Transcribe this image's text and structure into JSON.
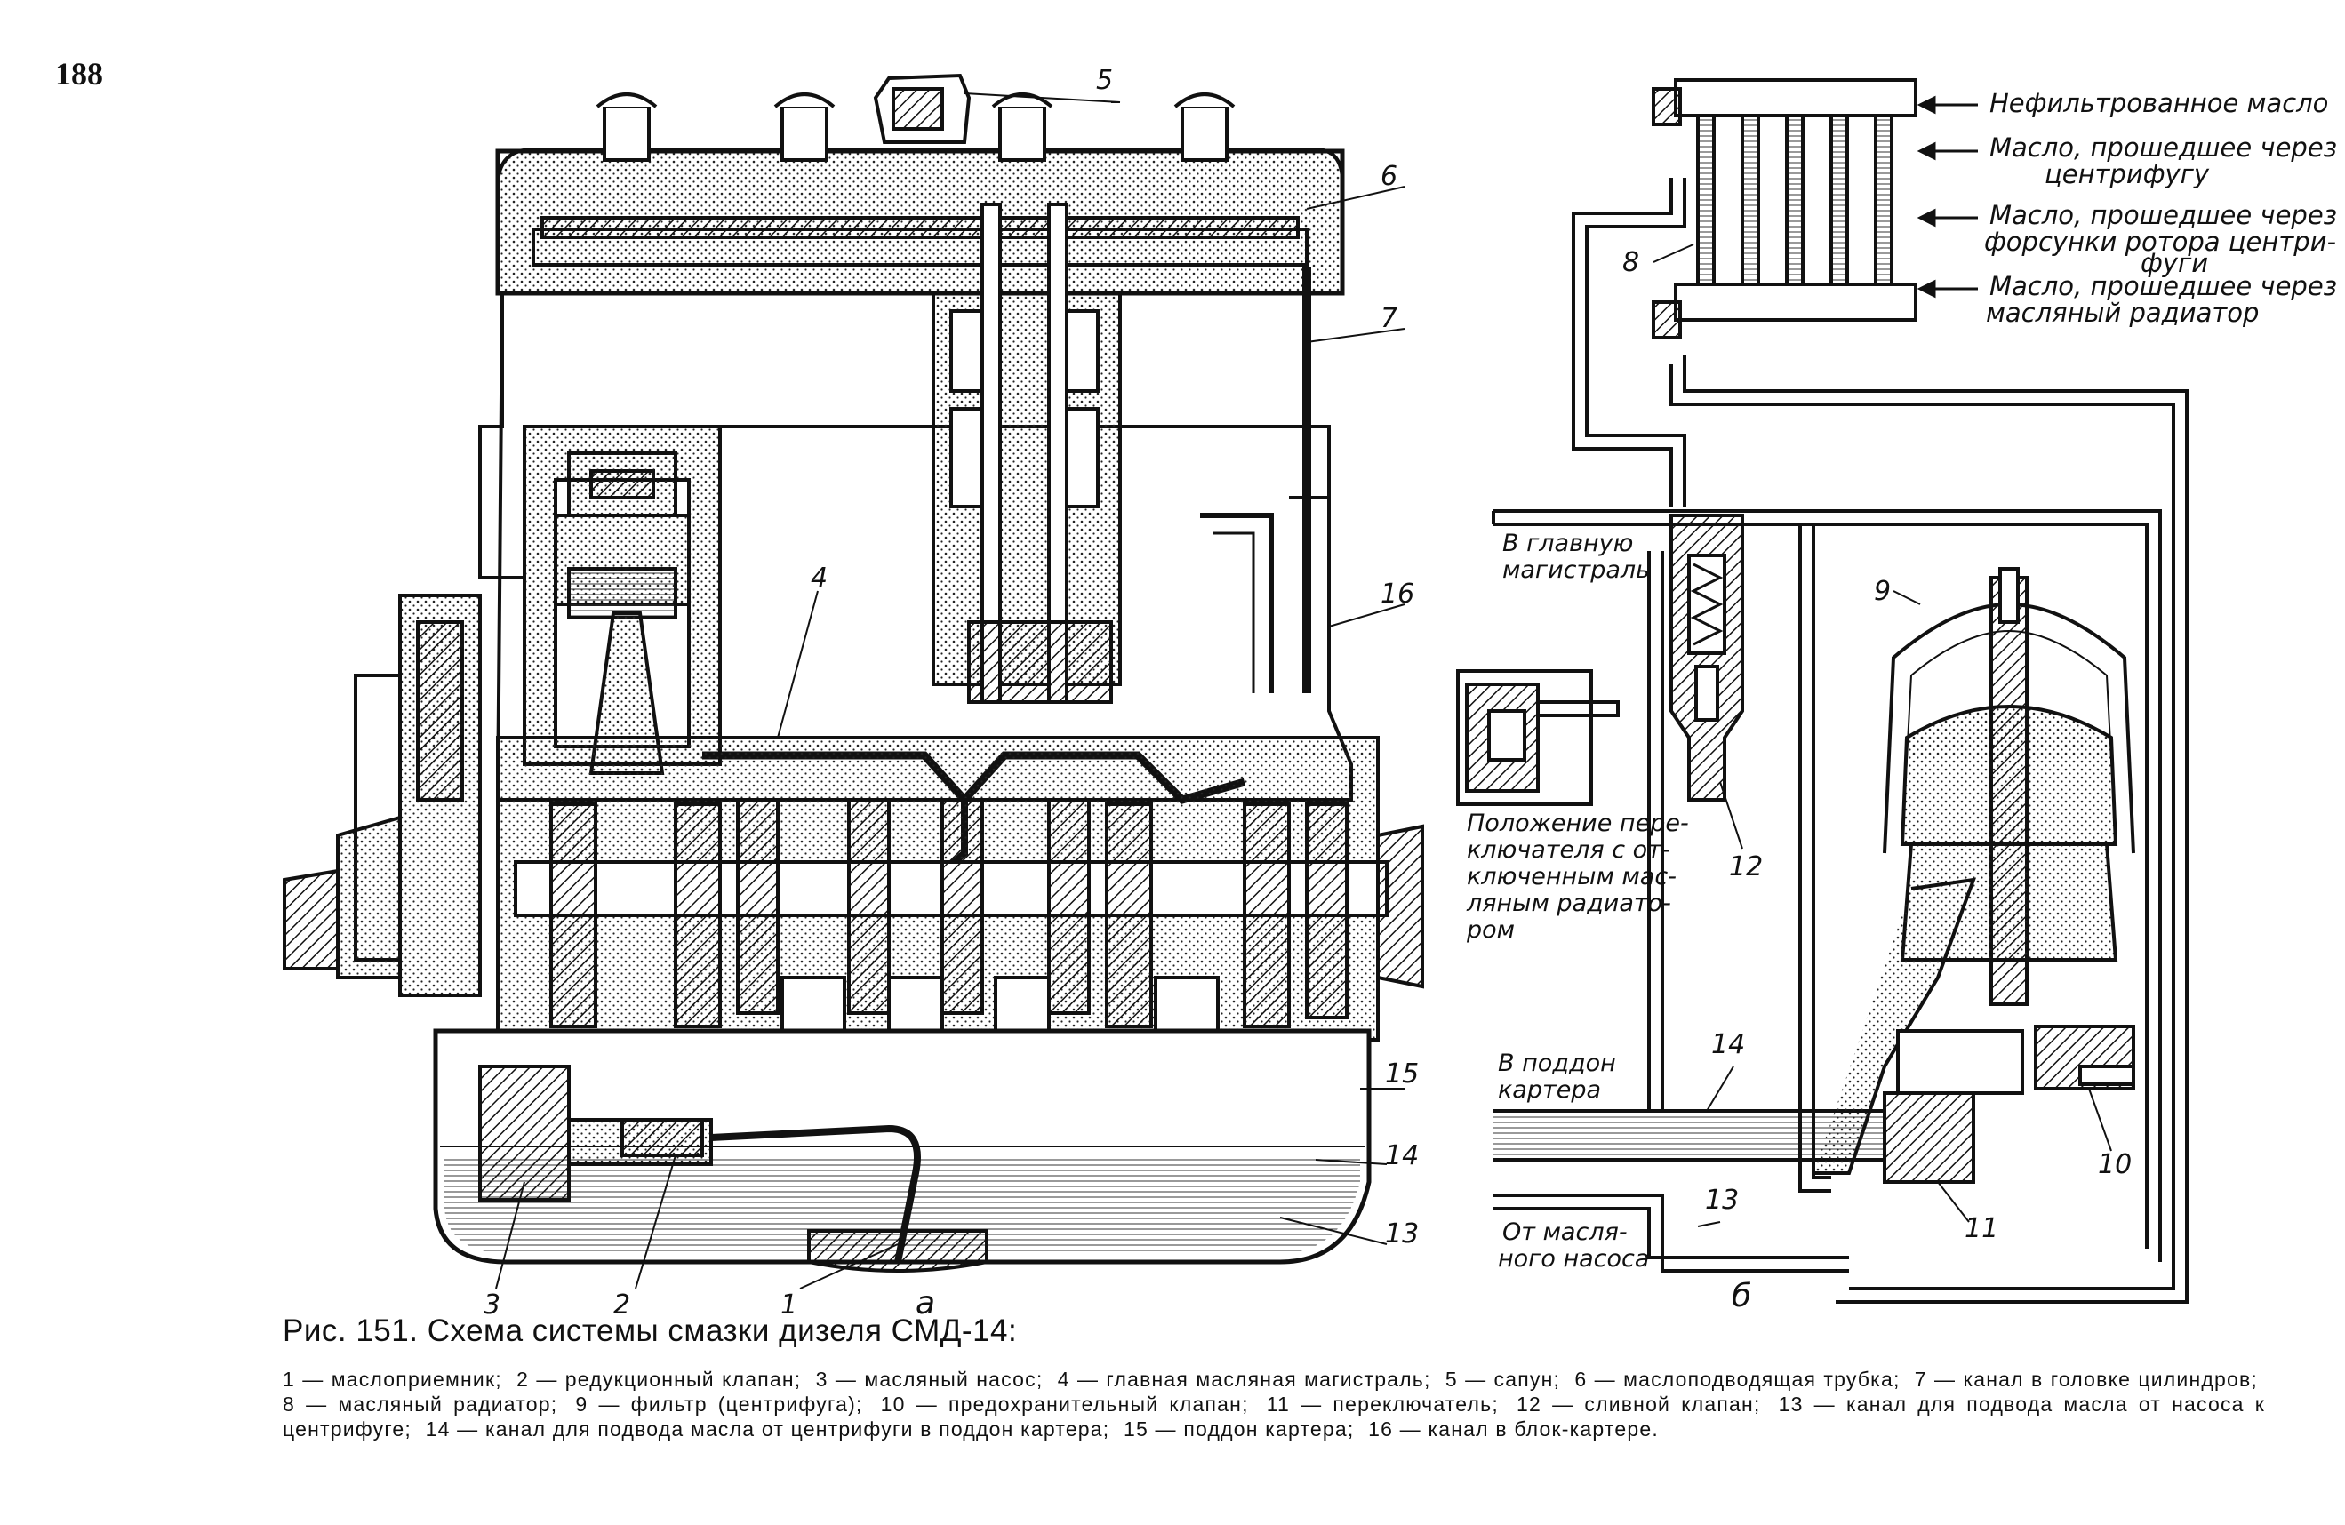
{
  "page_number": "188",
  "diagram_a": {
    "sublabel": "а",
    "callouts": [
      "1",
      "2",
      "3",
      "4",
      "5",
      "6",
      "7",
      "13",
      "14",
      "15",
      "16"
    ]
  },
  "diagram_b": {
    "sublabel": "б",
    "legend": [
      "Нефильтрованное масло",
      "Масло, прошедшее через",
      "центрифугу",
      "Масло, прошедшее через",
      "форсунки ротора центри-",
      "фуги",
      "Масло, прошедшее через",
      "масляный радиатор"
    ],
    "labels": {
      "main_line_1": "В главную",
      "main_line_2": "магистраль",
      "position_1": "Положение пере-",
      "position_2": "ключателя с от-",
      "position_3": "ключенным мас-",
      "position_4": "ляным радиато-",
      "position_5": "ром",
      "sump_1": "В поддон",
      "sump_2": "картера",
      "pump_1": "От масля-",
      "pump_2": "ного насоса"
    },
    "callouts": [
      "8",
      "9",
      "10",
      "11",
      "12",
      "13",
      "14"
    ]
  },
  "caption": {
    "title": "Рис. 151. Схема системы смазки дизеля СМД-14:",
    "items": [
      "1 — маслоприемник;",
      "2 — редукционный клапан;",
      "3 — масляный насос;",
      "4 — главная масляная магистраль;",
      "5 — сапун;",
      "6 — маслоподводящая трубка;",
      "7 — канал в головке цилиндров;",
      "8 — масляный радиатор;",
      "9 — фильтр (центрифуга);",
      "10 — предохранительный клапан;",
      "11 — переключатель;",
      "12 — сливной клапан;",
      "13 — канал для подвода масла от насоса к центрифуге;",
      "14 — канал для подвода масла от центрифуги в поддон картера;",
      "15 — поддон картера;",
      "16 — канал в блок-картере."
    ]
  }
}
